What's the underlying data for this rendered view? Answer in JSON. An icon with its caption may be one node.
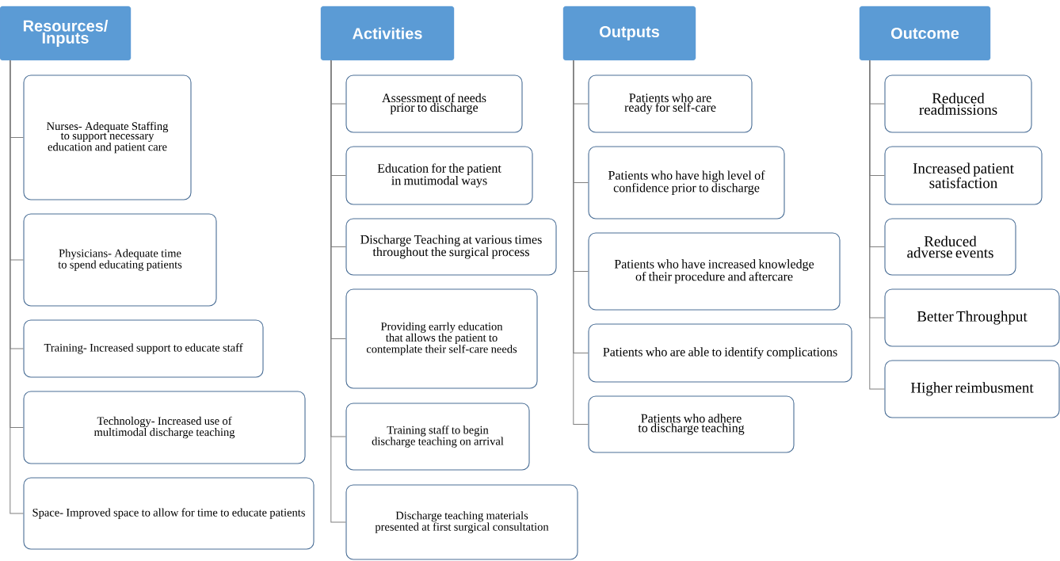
{
  "diagram": {
    "nodes": [
      {
        "text": [
          "Resources/ Inputs"
        ]
      },
      {
        "text": [
          "Nurses- Adequate Staffing to support necessary education and patient care"
        ]
      },
      {
        "text": [
          "Physicians- Adequate time to spend educating patients"
        ]
      },
      {
        "text": [
          "Training- Increased support to educate staff"
        ]
      },
      {
        "text": [
          "Technology- Increased use of multimodal discharge teaching"
        ]
      },
      {
        "text": [
          "Space- Improved space to allow for time to educate patients"
        ]
      },
      {
        "text": [
          "Activities"
        ]
      },
      {
        "text": [
          "Assessment of needs prior to discharge"
        ]
      },
      {
        "text": [
          "Education for the patient in mutimodal ways"
        ]
      },
      {
        "text": [
          "Discharge Teaching at various times throughout the surgical process"
        ]
      },
      {
        "text": [
          "Providing earrly education that allows the patient to contemplate their self-care needs"
        ]
      },
      {
        "text": [
          "Training staff to begin discharge teaching on arrival"
        ]
      },
      {
        "text": [
          "Discharge teaching materials presented at first surgical consultation"
        ]
      },
      {
        "text": [
          "Outputs"
        ]
      },
      {
        "text": [
          "Patients who are ready for self-care"
        ]
      },
      {
        "text": [
          "Patients who have high level of confidence prior to discharge"
        ]
      },
      {
        "text": [
          "Patients who have increased knowledge of their procedure and aftercare"
        ]
      },
      {
        "text": [
          "Patients who are able to identify complications"
        ]
      },
      {
        "text": [
          "Patients who adhere to discharge teaching"
        ]
      },
      {
        "text": [
          "Outcome"
        ]
      },
      {
        "text": [
          "Reduced readmissions"
        ]
      },
      {
        "text": [
          "Increased patient satisfaction"
        ]
      },
      {
        "text": [
          "Reduced adverse events"
        ]
      },
      {
        "text": [
          "Better Throughput"
        ]
      },
      {
        "text": [
          "Higher reimbusment"
        ]
      }
    ],
    "edges": [
      {
        "from": 0,
        "to": 1,
        "arrow": "none"
      },
      {
        "from": 0,
        "to": 2,
        "arrow": "none"
      },
      {
        "from": 0,
        "to": 3,
        "arrow": "none"
      },
      {
        "from": 0,
        "to": 4,
        "arrow": "none"
      },
      {
        "from": 0,
        "to": 5,
        "arrow": "none"
      },
      {
        "from": 6,
        "to": 7,
        "arrow": "none"
      },
      {
        "from": 6,
        "to": 8,
        "arrow": "none"
      },
      {
        "from": 6,
        "to": 9,
        "arrow": "none"
      },
      {
        "from": 6,
        "to": 10,
        "arrow": "none"
      },
      {
        "from": 6,
        "to": 11,
        "arrow": "none"
      },
      {
        "from": 6,
        "to": 12,
        "arrow": "none"
      },
      {
        "from": 13,
        "to": 14,
        "arrow": "none"
      },
      {
        "from": 13,
        "to": 15,
        "arrow": "none"
      },
      {
        "from": 13,
        "to": 16,
        "arrow": "none"
      },
      {
        "from": 13,
        "to": 17,
        "arrow": "none"
      },
      {
        "from": 13,
        "to": 18,
        "arrow": "none"
      },
      {
        "from": 19,
        "to": 20,
        "arrow": "none"
      },
      {
        "from": 19,
        "to": 21,
        "arrow": "none"
      },
      {
        "from": 19,
        "to": 22,
        "arrow": "none"
      },
      {
        "from": 19,
        "to": 23,
        "arrow": "none"
      },
      {
        "from": 19,
        "to": 24,
        "arrow": "none"
      }
    ]
  }
}
